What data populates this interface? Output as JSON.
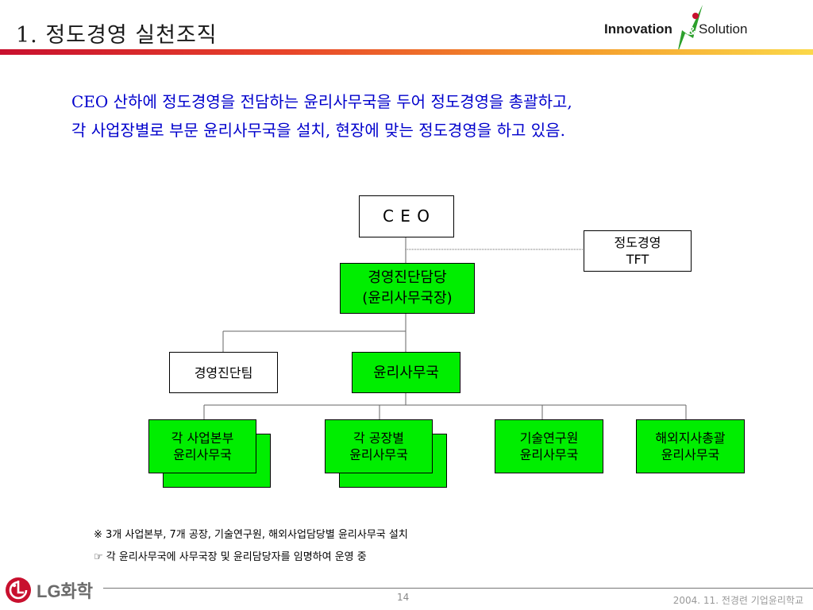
{
  "slide": {
    "title": "1. 정도경영 실천조직",
    "brand": {
      "word1": "Innovation",
      "amp": "&",
      "word2": "Solution"
    }
  },
  "intro": {
    "line1": "CEO 산하에 정도경영을 전담하는 윤리사무국을 두어 정도경영을 총괄하고,",
    "line2": "각 사업장별로 부문 윤리사무국을 설치, 현장에 맞는 정도경영을 하고 있음."
  },
  "org": {
    "ceo": "C E O",
    "tft": {
      "line1": "정도경영",
      "line2": "TFT"
    },
    "director": {
      "line1": "경영진단담당",
      "line2": "(윤리사무국장)"
    },
    "audit_team": "경영진단팀",
    "ethics_office": "윤리사무국",
    "units": [
      {
        "line1": "각 사업본부",
        "line2": "윤리사무국"
      },
      {
        "line1": "각 공장별",
        "line2": "윤리사무국"
      },
      {
        "line1": "기술연구원",
        "line2": "윤리사무국"
      },
      {
        "line1": "해외지사총괄",
        "line2": "윤리사무국"
      }
    ]
  },
  "notes": [
    "※ 3개 사업본부, 7개 공장, 기술연구원, 해외사업담당별 윤리사무국 설치",
    "☞ 각 윤리사무국에 사무국장 및 윤리담당자를 임명하여 운영 중"
  ],
  "colors": {
    "unit_fill": "#00ee00",
    "intro_text": "#0000cc",
    "accent": "#c8102e"
  },
  "footer": {
    "logo_text": "LG화학",
    "page": "14",
    "right": "2004. 11. 전경련 기업윤리학교"
  }
}
